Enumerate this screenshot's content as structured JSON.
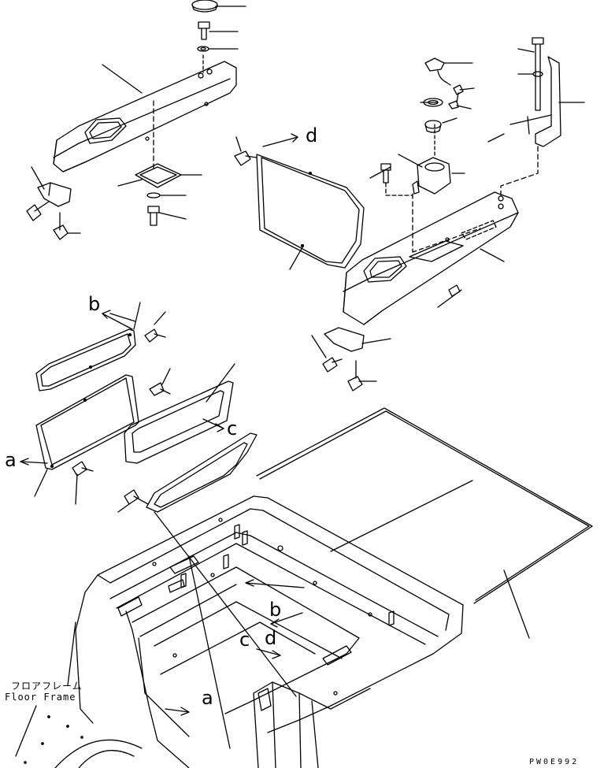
{
  "ref_letters": {
    "a_left": "a",
    "b_left": "b",
    "c_mid": "c",
    "d_top": "d",
    "b_frame": "b",
    "c_frame": "c",
    "d_frame": "d",
    "a_frame": "a"
  },
  "frame_label": {
    "japanese": "フロアフレーム",
    "english": "Floor Frame"
  },
  "drawing_code": "PW0E992"
}
